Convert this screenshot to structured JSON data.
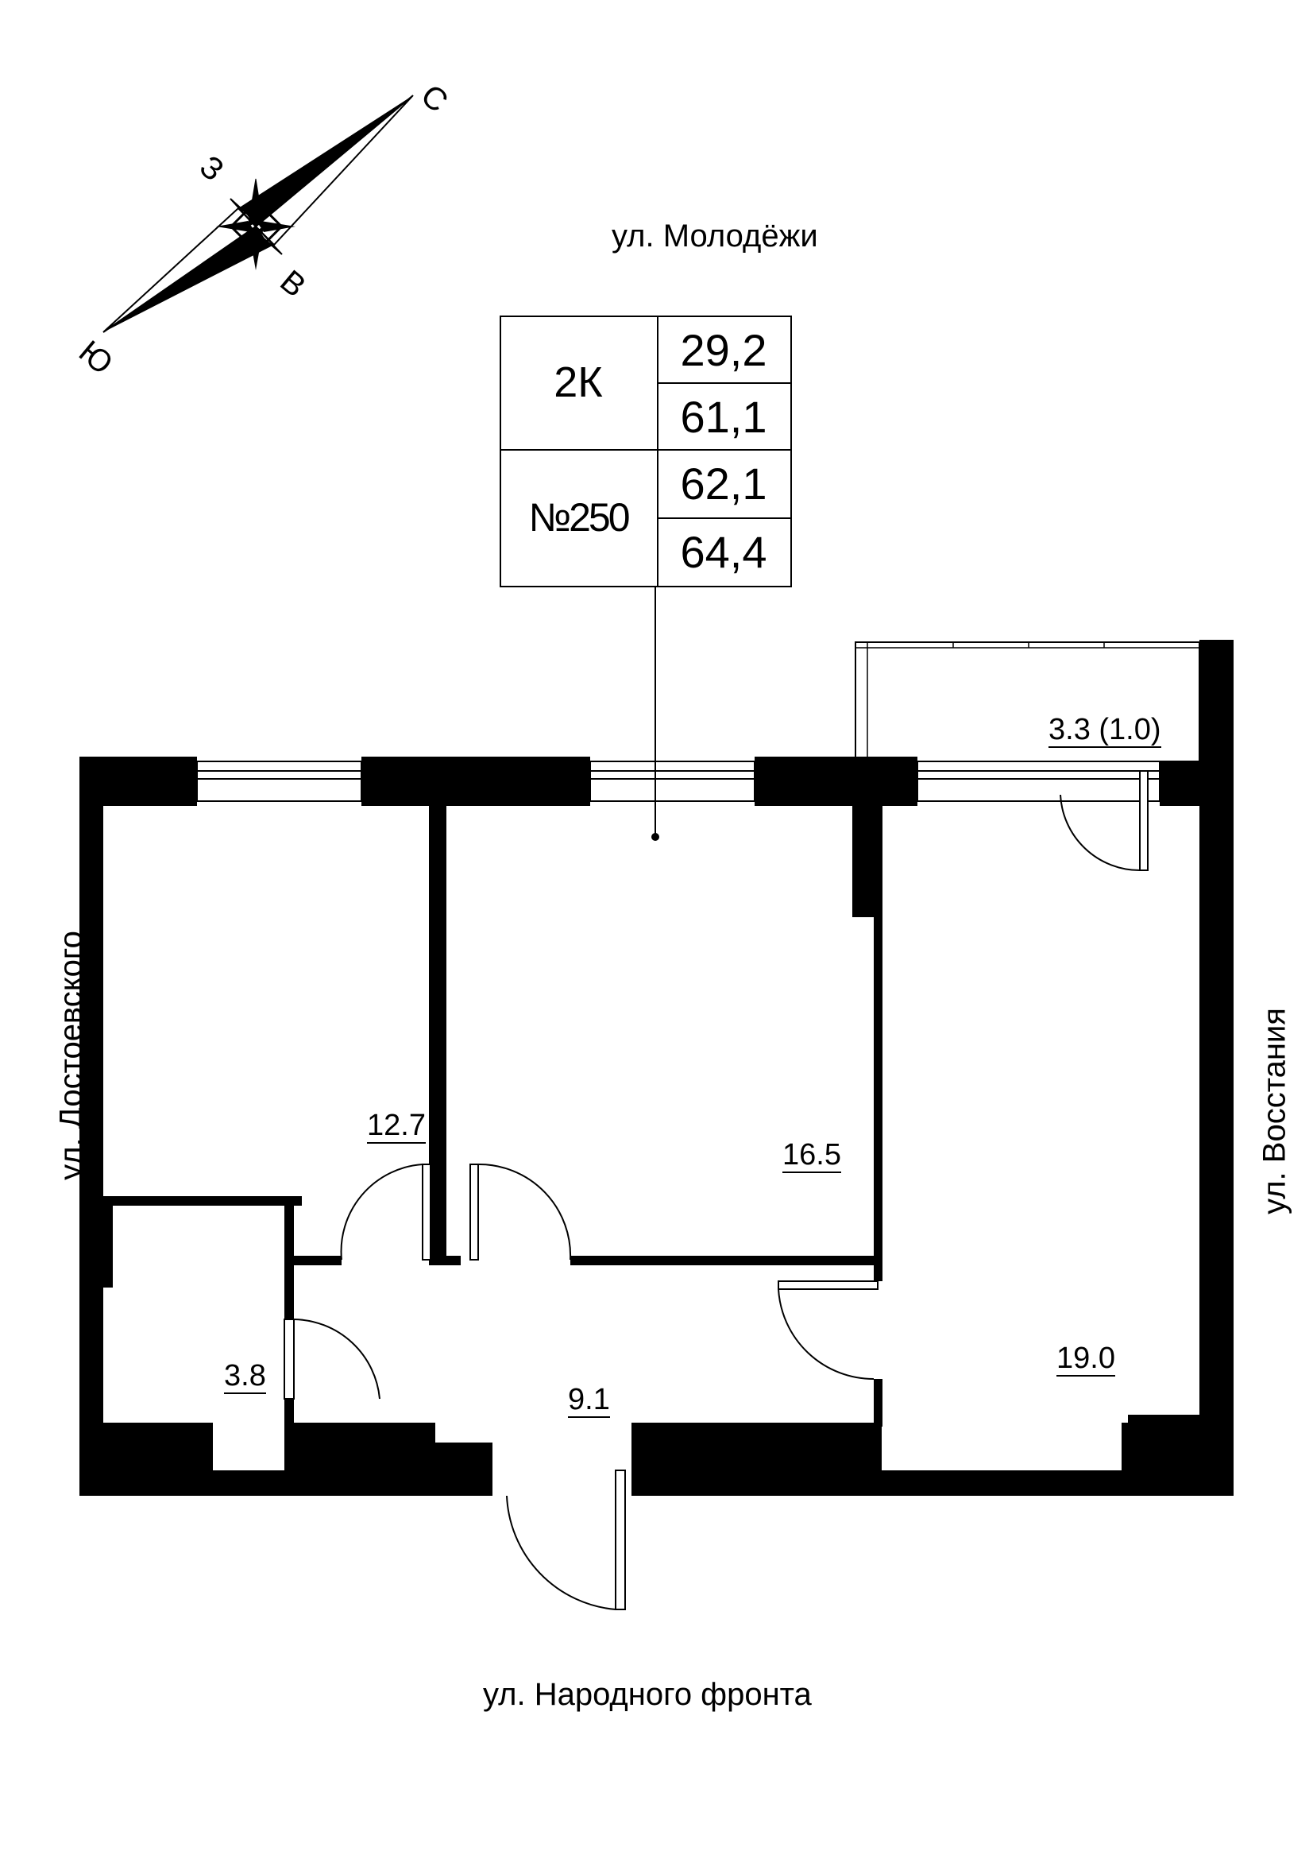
{
  "streets": {
    "top": "ул. Молодёжи",
    "bottom": "ул. Народного фронта",
    "left": "ул. Достоевского",
    "right": "ул. Восстания"
  },
  "apartment": {
    "type": "2К",
    "number": "№250",
    "living_area": "29,2",
    "area_1": "61,1",
    "area_2": "62,1",
    "area_3": "64,4"
  },
  "rooms": {
    "bedroom_left": "12.7",
    "bedroom_middle": "16.5",
    "living_room": "19.0",
    "bathroom": "3.8",
    "hallway": "9.1",
    "balcony": "3.3 (1.0)"
  },
  "compass": {
    "north": "С",
    "south": "Ю",
    "east": "В",
    "west": "З"
  }
}
